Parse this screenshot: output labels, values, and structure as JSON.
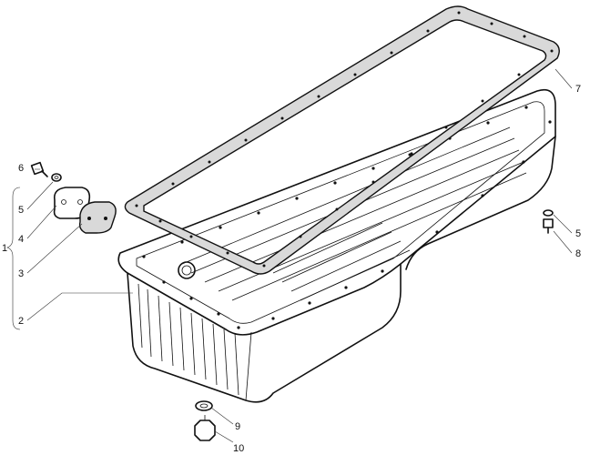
{
  "diagram": {
    "callouts": {
      "c1": "1",
      "c2": "2",
      "c3": "3",
      "c4": "4",
      "c5a": "5",
      "c6": "6",
      "c7": "7",
      "c5b": "5",
      "c8": "8",
      "c9": "9",
      "c10": "10"
    }
  }
}
